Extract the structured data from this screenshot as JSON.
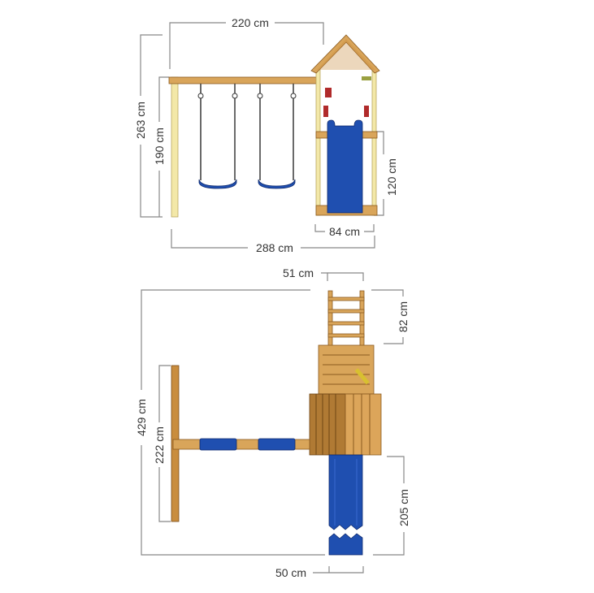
{
  "front_view": {
    "dimensions": {
      "swing_beam_width": "220 cm",
      "total_height": "263 cm",
      "swing_height": "190 cm",
      "platform_height": "120 cm",
      "tower_width": "84 cm",
      "total_width": "288 cm"
    }
  },
  "top_view": {
    "dimensions": {
      "ladder_width": "51 cm",
      "total_length": "429 cm",
      "ladder_length": "82 cm",
      "swing_frame_width": "222 cm",
      "slide_length": "205 cm",
      "slide_width": "50 cm"
    }
  },
  "colors": {
    "wood": "#d9a55a",
    "slide": "#1f4fb0",
    "post": "#f3e8a8"
  }
}
